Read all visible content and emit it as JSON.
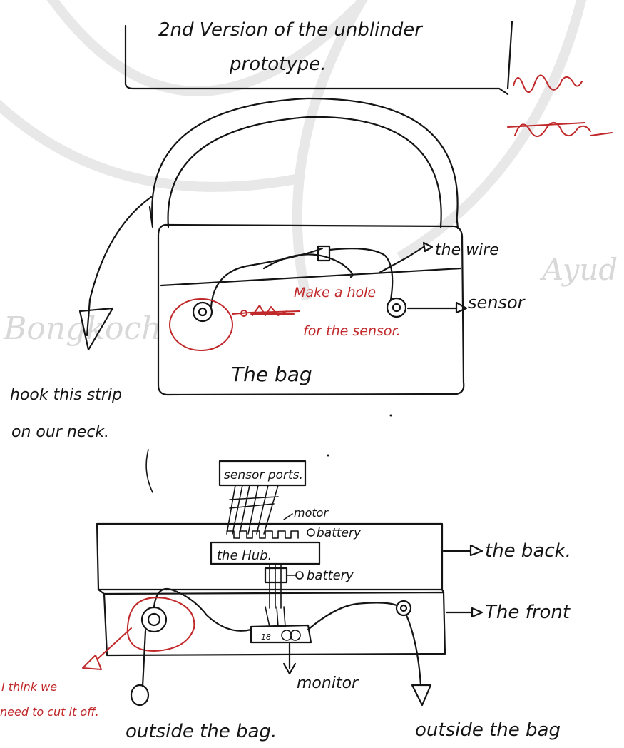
{
  "title_line1": "2nd Version of the unblinder",
  "title_line2": "prototype.",
  "watermarks": [
    "Bongkoch",
    "Ayud"
  ],
  "top_diagram": {
    "wire_label": "the wire",
    "hole_label_line1": "Make a hole",
    "hole_label_line2": "for the sensor.",
    "sensor_label": "sensor",
    "bag_label": "The bag",
    "strap_note_line1": "hook this strip",
    "strap_note_line2": "on our neck."
  },
  "bottom_diagram": {
    "sensor_ports_label": "sensor ports.",
    "motor_label": "motor",
    "battery_top_label": "battery",
    "hub_label": "the Hub.",
    "battery_mid_label": "battery",
    "back_label": "the back.",
    "front_label": "The front",
    "monitor_label": "monitor",
    "cut_note_line1": "I think we",
    "cut_note_line2": "need to cut it off.",
    "outside_left_label": "outside the bag.",
    "outside_right_label": "outside the bag"
  },
  "colors": {
    "ink": "#141414",
    "red_pen": "#c0282a",
    "watermark": "#d8d8d8"
  }
}
